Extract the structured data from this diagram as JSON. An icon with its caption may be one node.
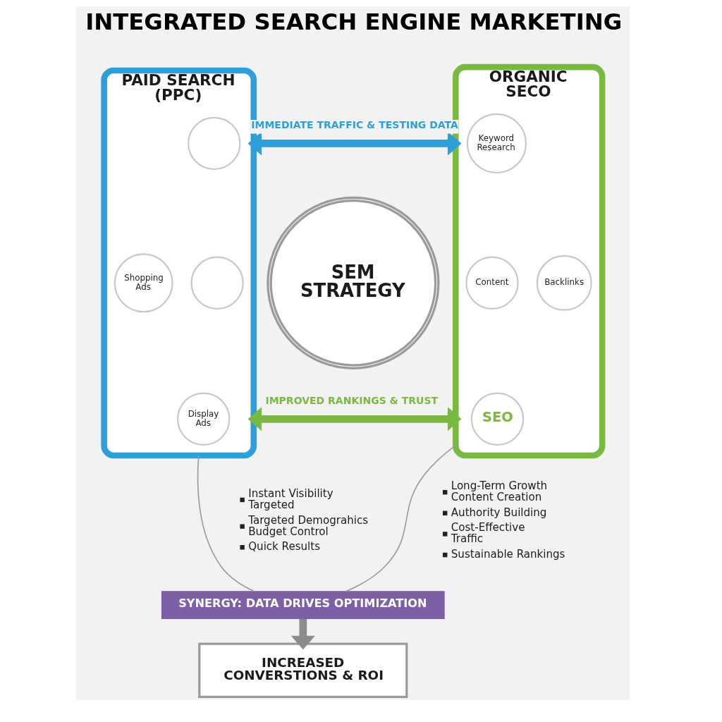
{
  "diagram": {
    "title": "INTEGRATED SEARCH ENGINE MARKETING",
    "nodes": [
      {
        "text": [
          "PAID SEARCH (PPC)"
        ]
      },
      {
        "text": [],
        "shape": "circle",
        "in": 0
      },
      {
        "text": [
          "Shopping Ads"
        ],
        "in": 0
      },
      {
        "text": [],
        "shape": "circle",
        "in": 0
      },
      {
        "text": [
          "Display Ads"
        ],
        "in": 0
      },
      {
        "text": [
          "SEM STRATEGY"
        ]
      },
      {
        "text": [
          "ORGANIC SECO"
        ]
      },
      {
        "text": [
          "Keyword Research"
        ],
        "in": 6
      },
      {
        "text": [
          "Content"
        ],
        "in": 6
      },
      {
        "text": [
          "Backlinks"
        ],
        "in": 6
      },
      {
        "text": [
          "SEO"
        ],
        "in": 6
      },
      {
        "text": [
          "SYNERGY: DATA DRIVES OPTIMIZATION"
        ]
      },
      {
        "text": [
          "INCREASED CONVERSTIONS & ROI"
        ]
      }
    ],
    "edges": [
      {
        "from": 0,
        "to": 6,
        "arrow": "both",
        "label": "IMMEDIATE TRAFFIC & TESTING DATA",
        "color": "#2e9fd8"
      },
      {
        "from": 6,
        "to": 0,
        "arrow": "both",
        "label": "IMPROVED RANKINGS & TRUST",
        "color": "#7ab940"
      },
      {
        "from": 0,
        "to": 11,
        "arrow": "none",
        "color": "#9a9a9a"
      },
      {
        "from": 6,
        "to": 11,
        "arrow": "none",
        "color": "#9a9a9a"
      },
      {
        "from": 11,
        "to": 12,
        "arrow": "to",
        "color": "#8a8c8e"
      }
    ],
    "labels": [
      "Instant Visibility Targeted",
      "Targeted Demograhics Budget Control",
      "Quick Results",
      "Long-Term Growth Content Creation",
      "Authority Building",
      "Cost-Effective Traffic",
      "Sustainable Rankings"
    ]
  }
}
